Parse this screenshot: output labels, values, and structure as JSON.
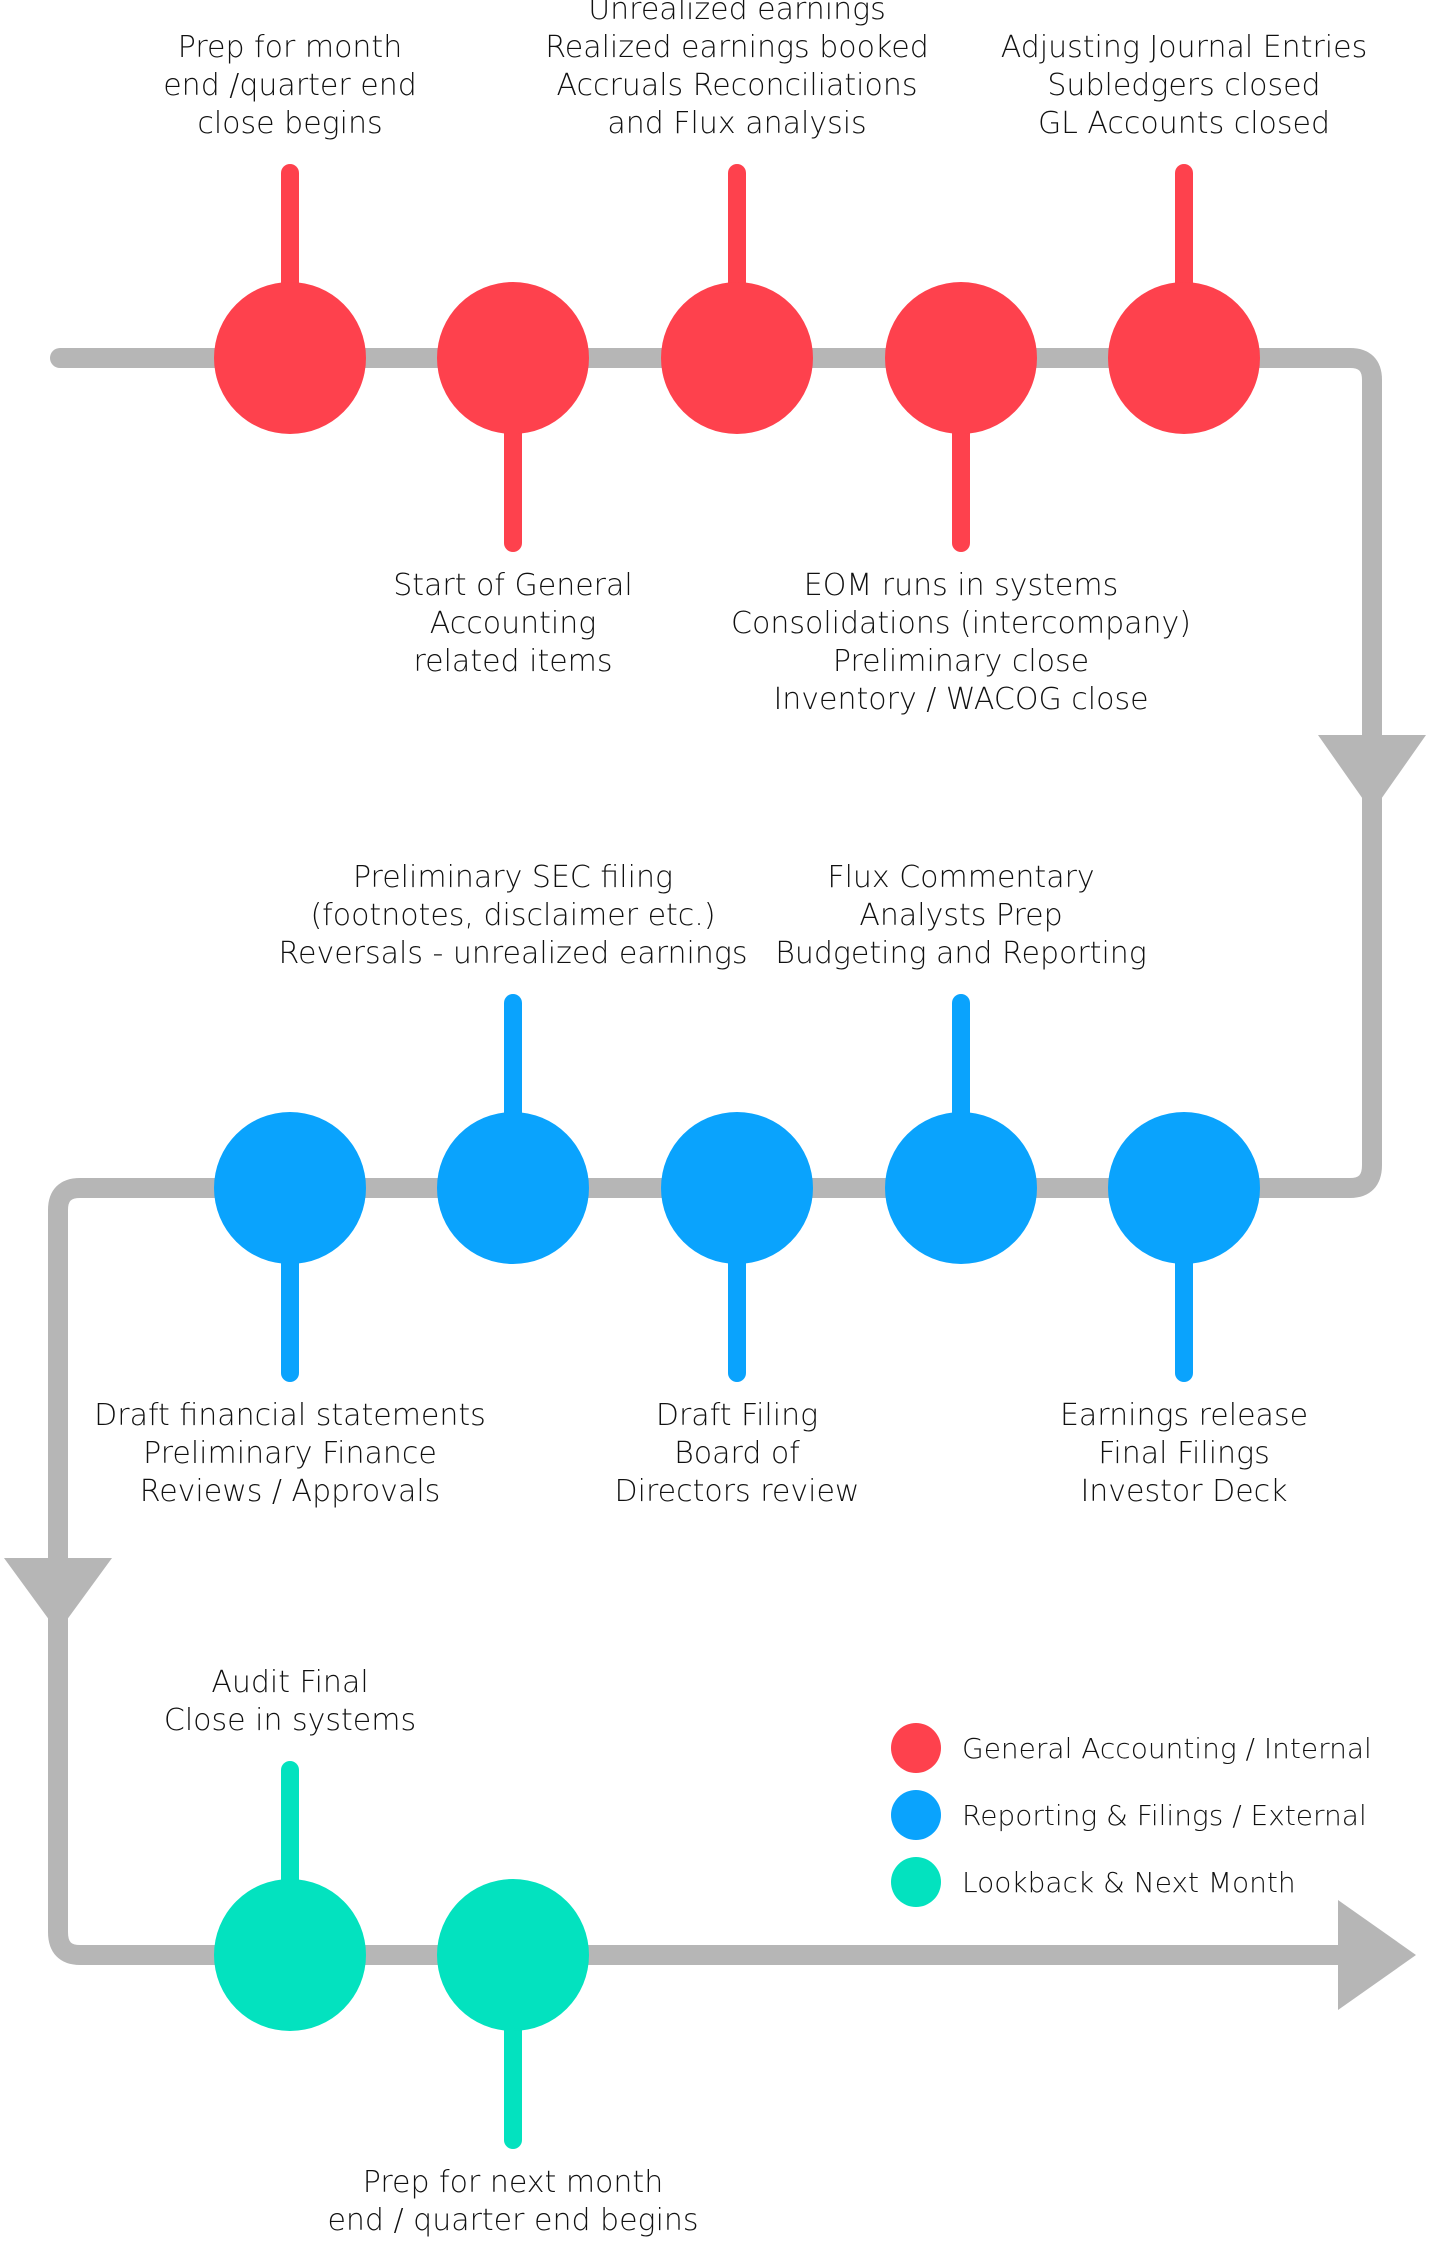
{
  "colors": {
    "general": "#fe414d",
    "reporting": "#0aa3fd",
    "lookback": "#03e2bf",
    "track": "#b6b6b6",
    "text": "#111111"
  },
  "rows": [
    {
      "name": "row-1",
      "category": "general",
      "nodes": [
        {
          "stem": "up",
          "lines": [
            "Prep for month",
            "end /quarter end",
            "close begins"
          ]
        },
        {
          "stem": "down",
          "lines": [
            "Start of General",
            "Accounting",
            "related items"
          ]
        },
        {
          "stem": "up",
          "lines": [
            "Unrealized earnings",
            "Realized earnings booked",
            "Accruals Reconciliations",
            "and Flux analysis"
          ]
        },
        {
          "stem": "down",
          "lines": [
            "EOM runs in systems",
            "Consolidations (intercompany)",
            "Preliminary close",
            "Inventory / WACOG close"
          ]
        },
        {
          "stem": "up",
          "lines": [
            "Adjusting Journal Entries",
            "Subledgers closed",
            "GL Accounts closed"
          ]
        }
      ]
    },
    {
      "name": "row-2",
      "category": "reporting",
      "nodes": [
        {
          "stem": "down",
          "lines": [
            "Draft financial statements",
            "Preliminary Finance",
            "Reviews / Approvals"
          ]
        },
        {
          "stem": "up",
          "lines": [
            "Preliminary SEC filing",
            "(footnotes, disclaimer etc.)",
            "Reversals - unrealized earnings"
          ]
        },
        {
          "stem": "down",
          "lines": [
            "Draft Filing",
            "Board of",
            "Directors review"
          ]
        },
        {
          "stem": "up",
          "lines": [
            "Flux Commentary",
            "Analysts Prep",
            "Budgeting and Reporting"
          ]
        },
        {
          "stem": "down",
          "lines": [
            "Earnings release",
            "Final Filings",
            "Investor Deck"
          ]
        }
      ]
    },
    {
      "name": "row-3",
      "category": "lookback",
      "nodes": [
        {
          "stem": "up",
          "lines": [
            "Audit Final",
            "Close in systems"
          ]
        },
        {
          "stem": "down",
          "lines": [
            "Prep for next month",
            "end / quarter end begins"
          ]
        }
      ]
    }
  ],
  "legend": [
    {
      "category": "general",
      "label": "General Accounting / Internal"
    },
    {
      "category": "reporting",
      "label": "Reporting & Filings / External"
    },
    {
      "category": "lookback",
      "label": "Lookback & Next Month"
    }
  ]
}
